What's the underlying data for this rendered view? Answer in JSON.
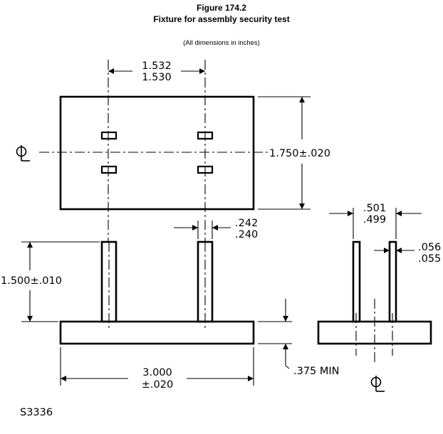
{
  "figure": {
    "title": "Figure 174.2",
    "subtitle": "Fixture for assembly security test",
    "note": "(All dimensions in inches)"
  },
  "dimensions": {
    "top_spacing_upper": "1.532",
    "top_spacing_lower": "1.530",
    "height": "1.750±.020",
    "post_width_upper": ".242",
    "post_width_lower": ".240",
    "post_height": "1.500±.010",
    "base_width_upper": "3.000",
    "base_width_lower": "±.020",
    "base_thickness": ".375 MIN",
    "side_spacing_upper": ".501",
    "side_spacing_lower": ".499",
    "side_wall_upper": ".056",
    "side_wall_lower": ".055"
  },
  "centerline_symbol": "CL",
  "drawing_number": "S3336"
}
